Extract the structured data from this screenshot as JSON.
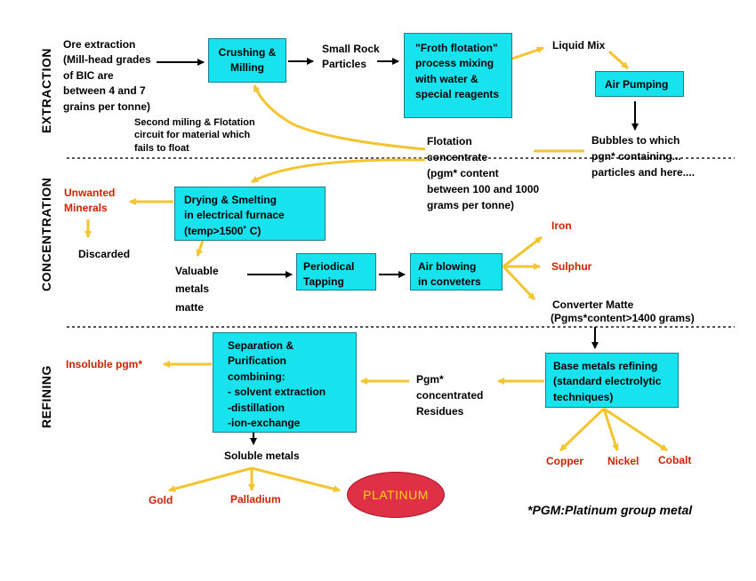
{
  "sections": {
    "extraction": "EXTRACTION",
    "concentration": "CONCENTRATION",
    "refining": "REFINING"
  },
  "extraction": {
    "ore_text": [
      "Ore extraction",
      "(Mill-head grades",
      "of BIC are",
      "between 4 and 7",
      "grains per tonne)"
    ],
    "crushing": [
      "Crushing &",
      "Milling"
    ],
    "small_rock": [
      "Small Rock",
      "Particles"
    ],
    "froth": [
      "\"Froth flotation\"",
      "process mixing",
      "with water &",
      "special reagents"
    ],
    "liquid_mix": "Liquid Mix",
    "air_pumping": "Air Pumping",
    "bubbles": [
      "Bubbles to which",
      "pgn* containing...",
      "particles and here...."
    ],
    "second_milling": [
      "Second miling & Flotation",
      "circuit for material which",
      "fails to float"
    ],
    "flotation_conc": [
      "Flotation",
      "concentrate",
      "(pgm* content",
      "between 100 and 1000",
      "grams per tonne)"
    ]
  },
  "concentration": {
    "unwanted": [
      "Unwanted",
      "Minerals"
    ],
    "discarded": "Discarded",
    "drying": [
      "Drying & Smelting",
      "in electrical furnace",
      "(temp>1500˚ C)"
    ],
    "valuable": [
      "Valuable",
      "metals",
      "matte"
    ],
    "tapping": [
      "Periodical",
      "Tapping"
    ],
    "air_blowing": [
      "Air blowing",
      "in conveters"
    ],
    "iron": "Iron",
    "sulphur": "Sulphur",
    "converter_matte": "Converter Matte",
    "pgms_content": "(Pgms*content>1400 grams)"
  },
  "refining": {
    "insoluble": "Insoluble pgm*",
    "separation": [
      "Separation &",
      "Purification",
      "combining:",
      "- solvent extraction",
      "-distillation",
      "-ion-exchange"
    ],
    "pgm_conc": [
      "Pgm*",
      "concentrated",
      "Residues"
    ],
    "base_metals": [
      "Base metals refining",
      "(standard electrolytic",
      "techniques)"
    ],
    "copper": "Copper",
    "nickel": "Nickel",
    "cobalt": "Cobalt",
    "soluble": "Soluble metals",
    "gold": "Gold",
    "palladium": "Palladium",
    "platinum": "PLATINUM"
  },
  "footnote": "*PGM:Platinum group metal",
  "colors": {
    "box_fill": "#17e3ef",
    "arrow_yellow": "#f3c530",
    "red_text": "#cc2200",
    "platinum_fill": "#e03045",
    "platinum_text": "#ffd21a"
  }
}
